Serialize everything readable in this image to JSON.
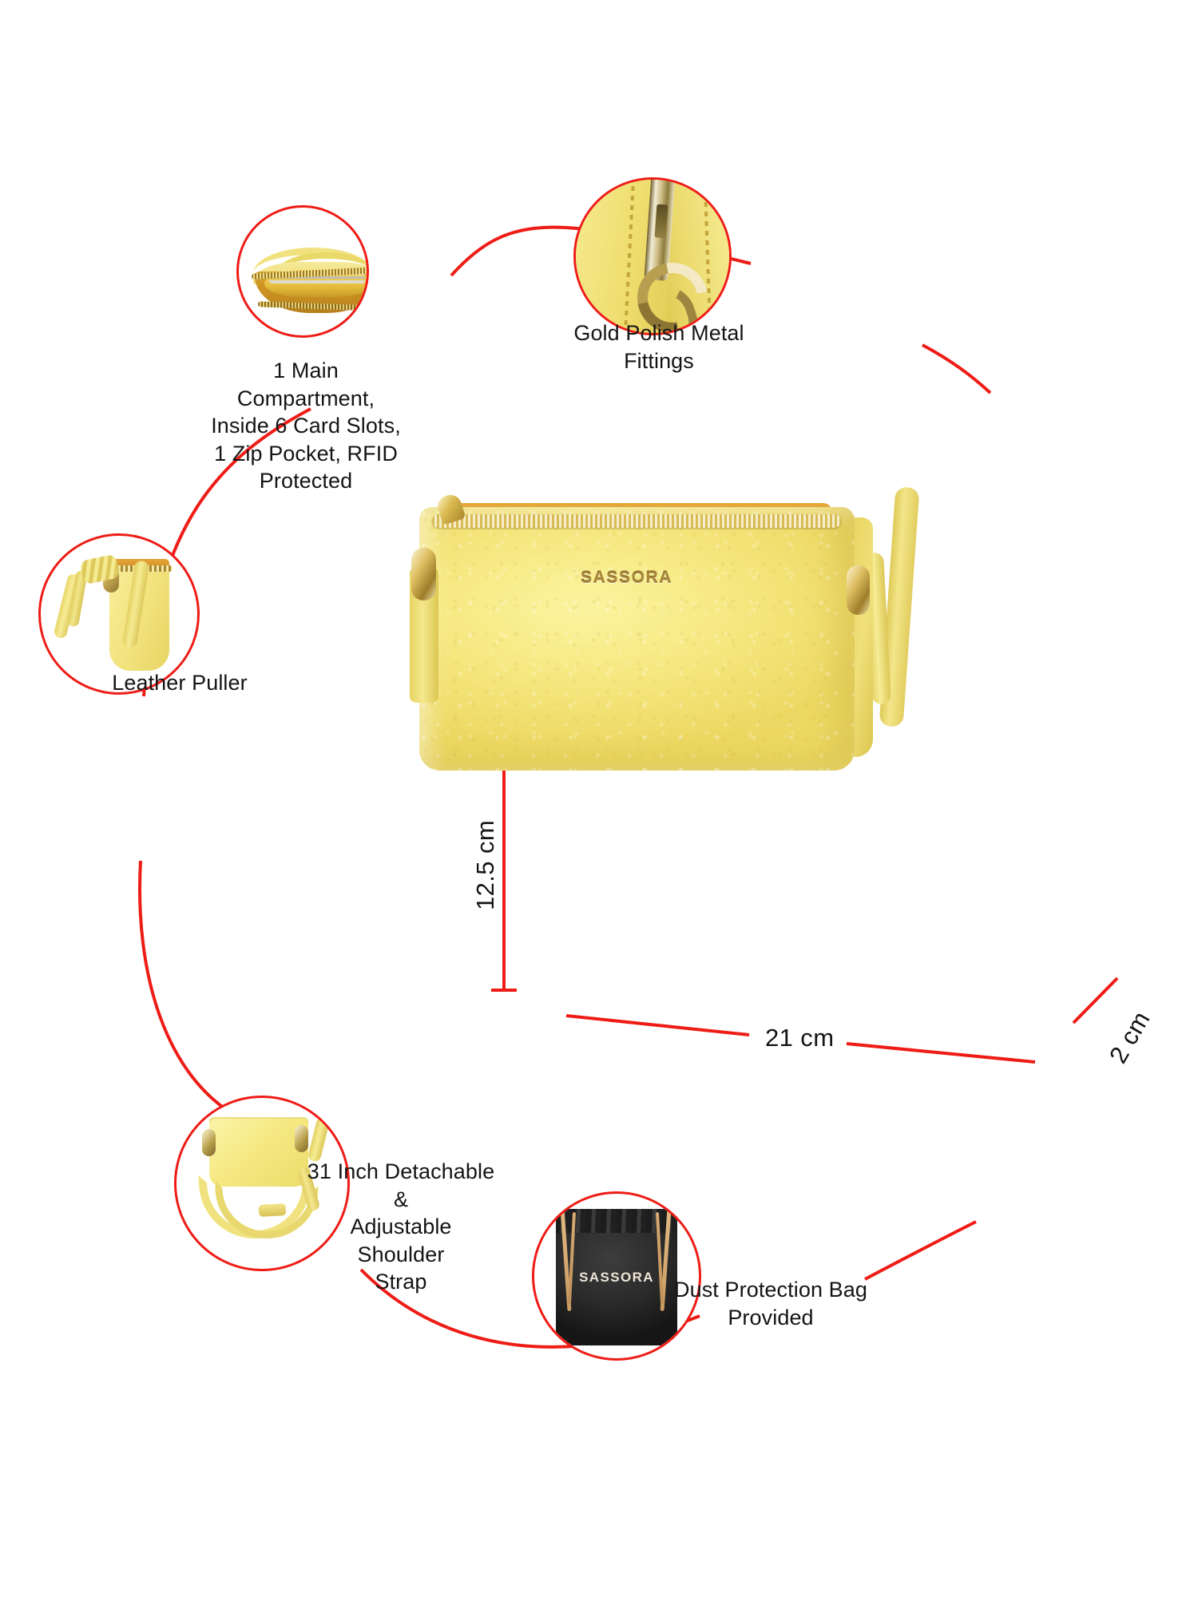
{
  "brand": "SASSORA",
  "colors": {
    "accent_red": "#ee1c16",
    "text": "#141414",
    "bag_yellow": "#F5E881",
    "dust_bag_black": "#2b2b2b",
    "gold_hardware": "#c9a843",
    "background": "#ffffff"
  },
  "product": {
    "logo_text": "SASSORA",
    "dust_bag_logo_text": "SASSORA"
  },
  "dimensions": {
    "height": "12.5 cm",
    "width": "21 cm",
    "depth": "2 cm"
  },
  "callouts": [
    {
      "id": "main-compartment",
      "caption": "1 Main Compartment,\nInside 6 Card Slots,\n1 Zip Pocket, RFID\nProtected"
    },
    {
      "id": "metal-fittings",
      "caption": "Gold Polish Metal\nFittings"
    },
    {
      "id": "leather-puller",
      "caption": "Leather Puller"
    },
    {
      "id": "shoulder-strap",
      "caption": "31 Inch Detachable &\nAdjustable Shoulder\nStrap"
    },
    {
      "id": "dust-bag",
      "caption": "Dust Protection Bag\nProvided"
    }
  ]
}
